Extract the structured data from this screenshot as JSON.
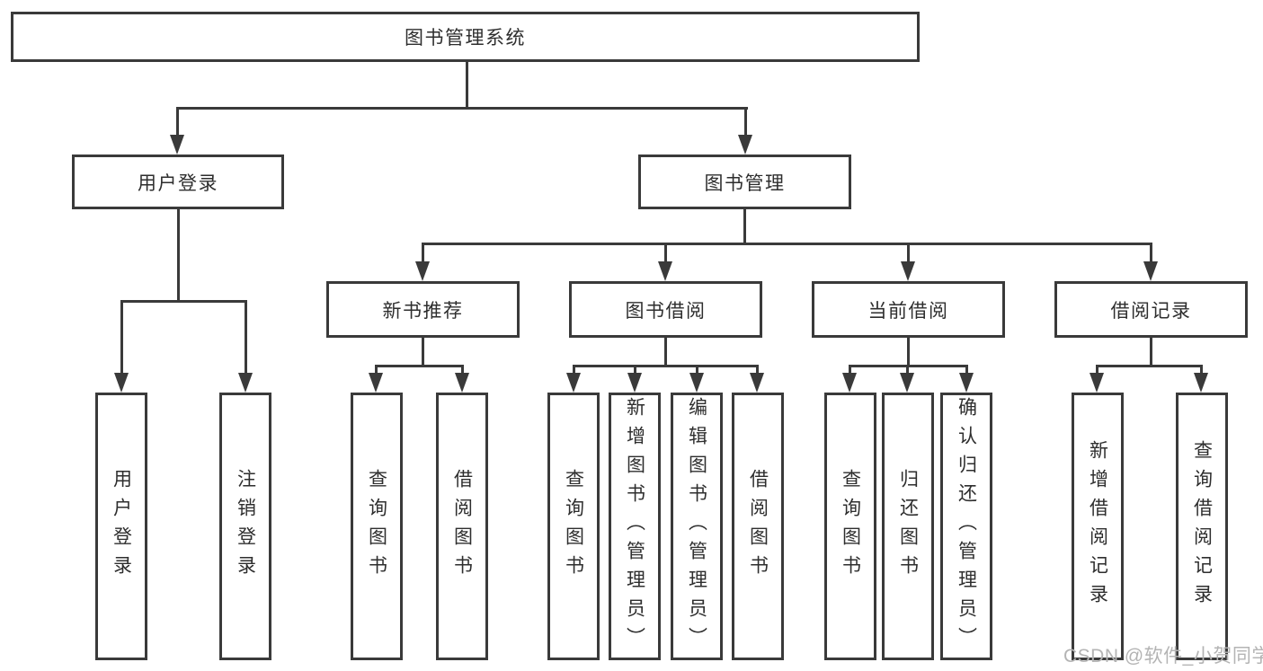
{
  "tree": {
    "label": "图书管理系统",
    "children": [
      {
        "label": "用户登录",
        "children": [
          {
            "label": "用户登录"
          },
          {
            "label": "注销登录"
          }
        ]
      },
      {
        "label": "图书管理",
        "children": [
          {
            "label": "新书推荐",
            "children": [
              {
                "label": "查询图书"
              },
              {
                "label": "借阅图书"
              }
            ]
          },
          {
            "label": "图书借阅",
            "children": [
              {
                "label": "查询图书"
              },
              {
                "label": "新增图书（管理员）"
              },
              {
                "label": "编辑图书（管理员）"
              },
              {
                "label": "借阅图书"
              }
            ]
          },
          {
            "label": "当前借阅",
            "children": [
              {
                "label": "查询图书"
              },
              {
                "label": "归还图书"
              },
              {
                "label": "确认归还（管理员）"
              }
            ]
          },
          {
            "label": "借阅记录",
            "children": [
              {
                "label": "新增借阅记录"
              },
              {
                "label": "查询借阅记录"
              }
            ]
          }
        ]
      }
    ]
  },
  "watermark": {
    "text": "CSDN @软件_小贺同学",
    "color": "#b4b4b4"
  },
  "colors": {
    "line": "#3a3a3a",
    "text": "#2e2e2e",
    "background": "#ffffff"
  }
}
